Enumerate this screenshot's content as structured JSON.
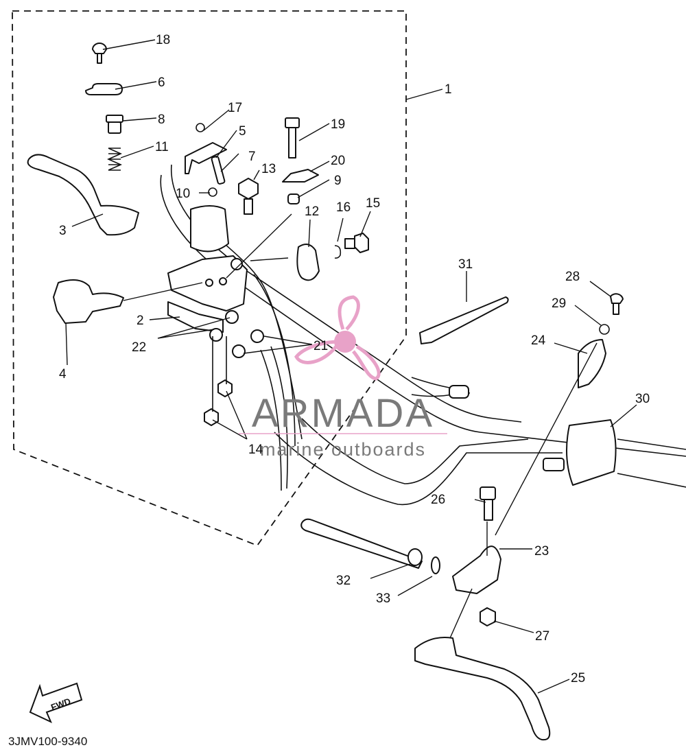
{
  "diagram_code": "3JMV100-9340",
  "fwd_label": "FWD",
  "watermark": {
    "brand": "ARMADA",
    "tagline": "marine outboards",
    "accent": "#e8a2c8"
  },
  "callouts": [
    {
      "id": "c1",
      "text": "1"
    },
    {
      "id": "c2",
      "text": "2"
    },
    {
      "id": "c3",
      "text": "3"
    },
    {
      "id": "c4",
      "text": "4"
    },
    {
      "id": "c5",
      "text": "5"
    },
    {
      "id": "c6",
      "text": "6"
    },
    {
      "id": "c7",
      "text": "7"
    },
    {
      "id": "c8",
      "text": "8"
    },
    {
      "id": "c9",
      "text": "9"
    },
    {
      "id": "c10",
      "text": "10"
    },
    {
      "id": "c11",
      "text": "11"
    },
    {
      "id": "c12",
      "text": "12"
    },
    {
      "id": "c13",
      "text": "13"
    },
    {
      "id": "c14",
      "text": "14"
    },
    {
      "id": "c15",
      "text": "15"
    },
    {
      "id": "c16",
      "text": "16"
    },
    {
      "id": "c17",
      "text": "17"
    },
    {
      "id": "c18",
      "text": "18"
    },
    {
      "id": "c19",
      "text": "19"
    },
    {
      "id": "c20",
      "text": "20"
    },
    {
      "id": "c21",
      "text": "21"
    },
    {
      "id": "c22",
      "text": "22"
    },
    {
      "id": "c23",
      "text": "23"
    },
    {
      "id": "c24",
      "text": "24"
    },
    {
      "id": "c25",
      "text": "25"
    },
    {
      "id": "c26",
      "text": "26"
    },
    {
      "id": "c27",
      "text": "27"
    },
    {
      "id": "c28",
      "text": "28"
    },
    {
      "id": "c29",
      "text": "29"
    },
    {
      "id": "c30",
      "text": "30"
    },
    {
      "id": "c31",
      "text": "31"
    },
    {
      "id": "c32",
      "text": "32"
    },
    {
      "id": "c33",
      "text": "33"
    }
  ]
}
